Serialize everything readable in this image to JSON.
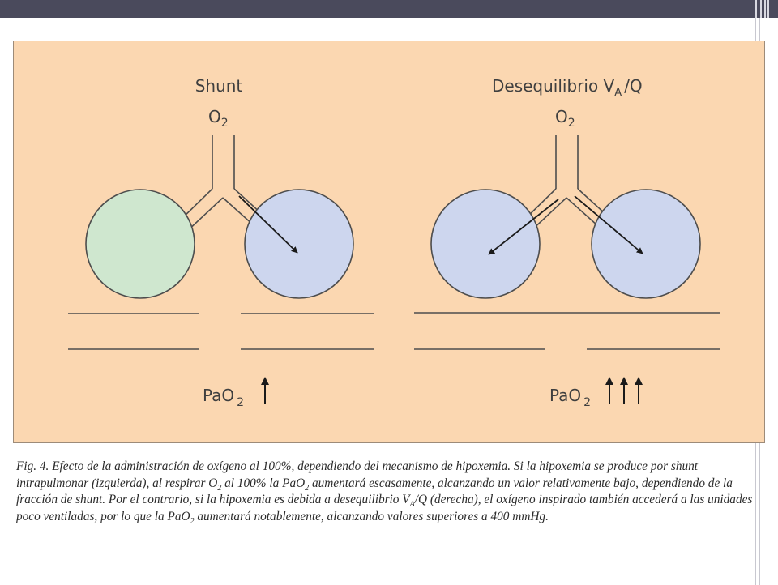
{
  "left_panel": {
    "title": "Shunt",
    "gas_main": "O",
    "gas_sub": "2",
    "pao2_main": "PaO",
    "pao2_sub": "2",
    "arrow_count": 1,
    "alveoli_colors": [
      "#cfe7cf",
      "#cdd6ee"
    ]
  },
  "right_panel": {
    "title_a": "Desequilibrio V",
    "title_sub": "A",
    "title_b": "/Q",
    "gas_main": "O",
    "gas_sub": "2",
    "pao2_main": "PaO",
    "pao2_sub": "2",
    "arrow_count": 3,
    "alveoli_colors": [
      "#cdd6ee",
      "#cdd6ee"
    ]
  },
  "colors": {
    "panel_bg": "#fbd7b1",
    "panel_border": "#9d8b79",
    "line": "#4d4d4d",
    "text": "#3f3f3f",
    "shunt_alveolus": "#cfe7cf",
    "ventilated_alveolus": "#cdd6ee"
  },
  "caption": {
    "p1": "Fig. 4. Efecto de la administración de oxígeno al 100%, dependiendo del mecanismo de hipoxemia. Si la hipoxemia se produce por shunt intrapulmonar (izquierda), al respirar O",
    "s1": "2",
    "p2": " al 100% la PaO",
    "s2": "2",
    "p3": " aumentará escasamente, alcanzando un valor relativamente bajo, dependiendo de la fracción de shunt. Por el contrario, si la hipoxemia es debida a desequilibrio V",
    "s3": "A",
    "p4": "/Q (derecha), el oxígeno inspirado también accederá a las unidades poco ventiladas, por lo que la PaO",
    "s4": "2",
    "p5": " aumentará notablemente, alcanzando valores superiores a 400 mmHg."
  }
}
